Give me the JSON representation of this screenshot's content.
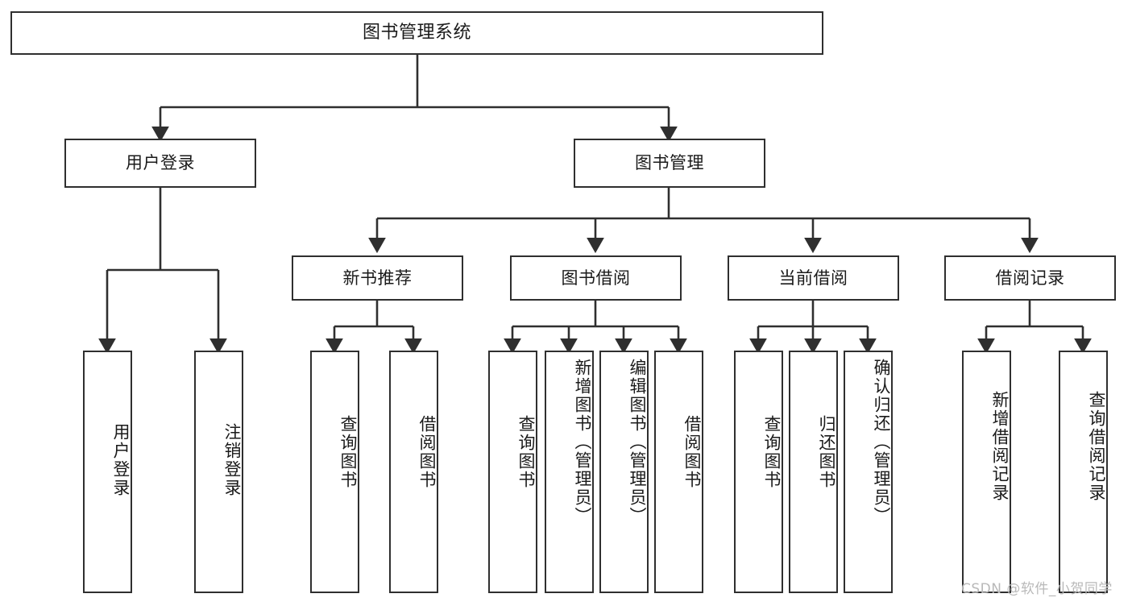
{
  "diagram": {
    "type": "hierarchy-tree",
    "title": "图书管理系统",
    "root": {
      "label": "图书管理系统"
    },
    "level2": [
      {
        "id": "user-login",
        "label": "用户登录"
      },
      {
        "id": "book-manage",
        "label": "图书管理"
      }
    ],
    "level3": [
      {
        "id": "new-book-recommend",
        "label": "新书推荐",
        "parent": "book-manage"
      },
      {
        "id": "book-borrow",
        "label": "图书借阅",
        "parent": "book-manage"
      },
      {
        "id": "current-borrow",
        "label": "当前借阅",
        "parent": "book-manage"
      },
      {
        "id": "borrow-record",
        "label": "借阅记录",
        "parent": "book-manage"
      }
    ],
    "leaves": [
      {
        "id": "leaf-user-login",
        "label": "用户登录",
        "parent": "user-login"
      },
      {
        "id": "leaf-logout",
        "label": "注销登录",
        "parent": "user-login"
      },
      {
        "id": "leaf-query-book-1",
        "label": "查询图书",
        "parent": "new-book-recommend"
      },
      {
        "id": "leaf-borrow-book-1",
        "label": "借阅图书",
        "parent": "new-book-recommend"
      },
      {
        "id": "leaf-query-book-2",
        "label": "查询图书",
        "parent": "book-borrow"
      },
      {
        "id": "leaf-add-book",
        "label": "新增图书（管理员）",
        "parent": "book-borrow"
      },
      {
        "id": "leaf-edit-book",
        "label": "编辑图书（管理员）",
        "parent": "book-borrow"
      },
      {
        "id": "leaf-borrow-book-2",
        "label": "借阅图书",
        "parent": "book-borrow"
      },
      {
        "id": "leaf-query-book-3",
        "label": "查询图书",
        "parent": "current-borrow"
      },
      {
        "id": "leaf-return-book",
        "label": "归还图书",
        "parent": "current-borrow"
      },
      {
        "id": "leaf-confirm-return",
        "label": "确认归还（管理员）",
        "parent": "current-borrow"
      },
      {
        "id": "leaf-add-record",
        "label": "新增借阅记录",
        "parent": "borrow-record"
      },
      {
        "id": "leaf-query-record",
        "label": "查询借阅记录",
        "parent": "borrow-record"
      }
    ],
    "colors": {
      "line": "#2f2f2f",
      "box_border": "#2f2f2f",
      "box_fill": "#ffffff",
      "text": "#1a1a1a",
      "watermark": "#b9b9b9"
    }
  },
  "watermark": {
    "text": "CSDN @软件_小贺同学"
  }
}
